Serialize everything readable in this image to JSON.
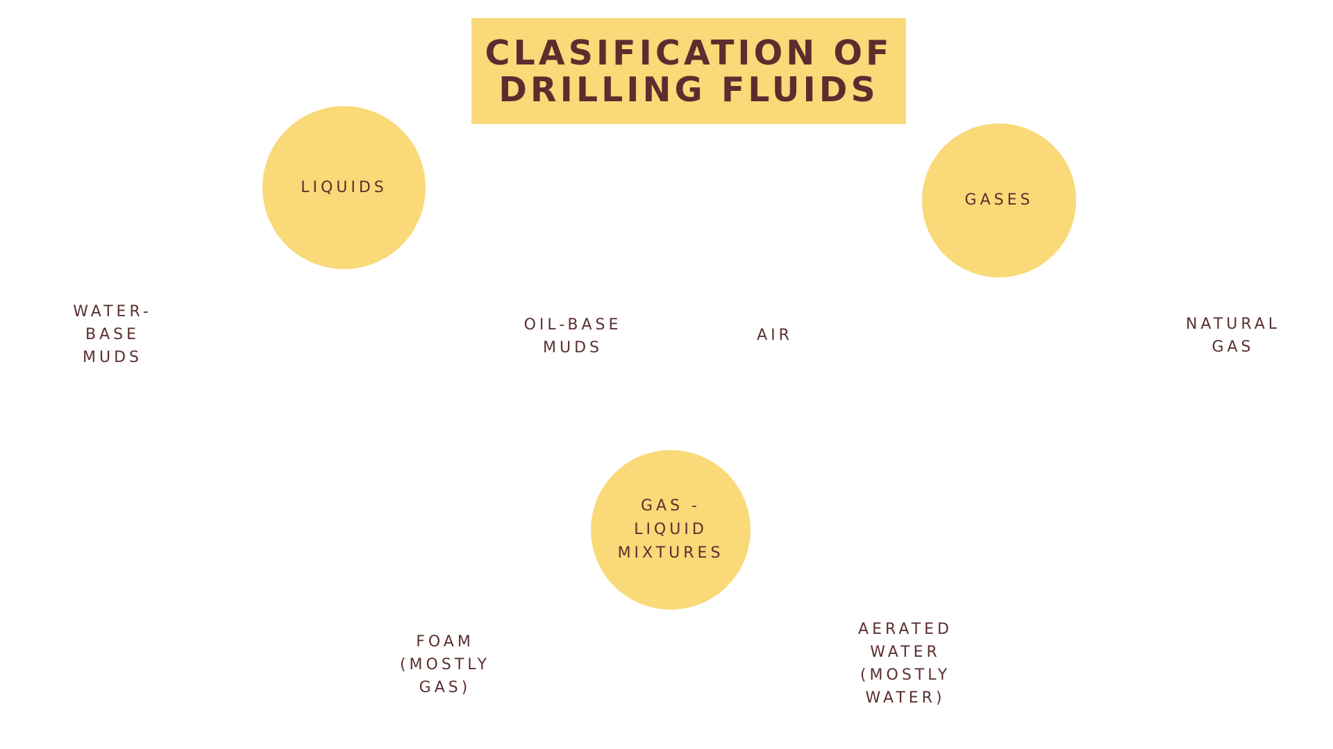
{
  "title": "CLASIFICATION OF\nDRILLING FLUIDS",
  "categories": {
    "liquids": "LIQUIDS",
    "gases": "GASES",
    "mixtures": "GAS -\nLIQUID\nMIXTURES"
  },
  "items": {
    "water_base_muds": "WATER-\nBASE\nMUDS",
    "oil_base_muds": "OIL-BASE\nMUDS",
    "air": "AIR",
    "natural_gas": "NATURAL\nGAS",
    "foam": "FOAM\n(MOSTLY\nGAS)",
    "aerated_water": "AERATED\nWATER\n(MOSTLY\nWATER)"
  },
  "colors": {
    "accent_fill": "#f9d978",
    "text": "#5a2e2e",
    "background": "#ffffff"
  }
}
